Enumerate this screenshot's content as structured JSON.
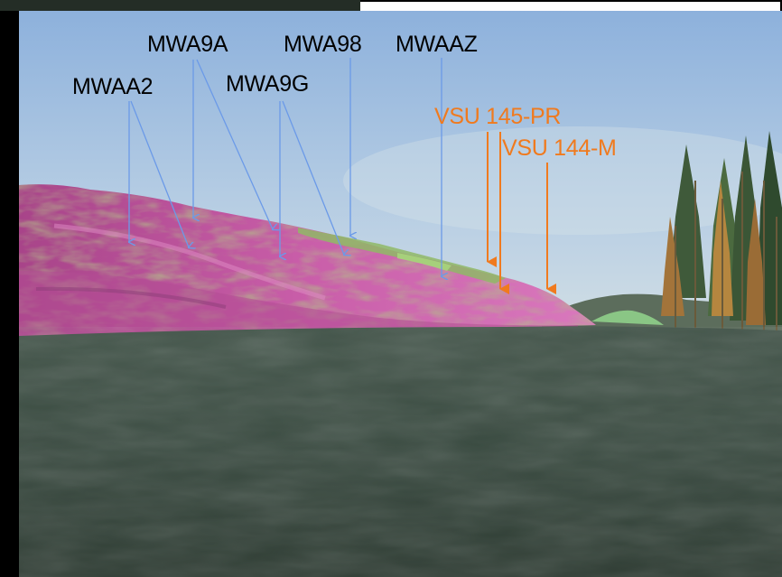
{
  "image": {
    "subject": "3D terrain rendering of a vegetated hillside with a flat water surface in the foreground and conifer trees at the right edge",
    "frame_color": "#000000",
    "sky_colors": [
      "#8fb3dd",
      "#c9d9e4"
    ],
    "hill_colors": [
      "#b04a93",
      "#d36cb2",
      "#8a8a4e",
      "#7fa05a"
    ],
    "water_colors": [
      "#3e5045",
      "#2f3f35"
    ]
  },
  "labels": {
    "mwaa2": "MWAA2",
    "mwa9a": "MWA9A",
    "mwa9g": "MWA9G",
    "mwa98": "MWA98",
    "mwaaz": "MWAAZ",
    "vsu145": "VSU 145-PR",
    "vsu144": "VSU 144-M"
  },
  "colors": {
    "blue_arrow": "#6b9ae8",
    "orange_arrow": "#f07a1e",
    "black_label": "#000000",
    "orange_label": "#f07a1e"
  }
}
